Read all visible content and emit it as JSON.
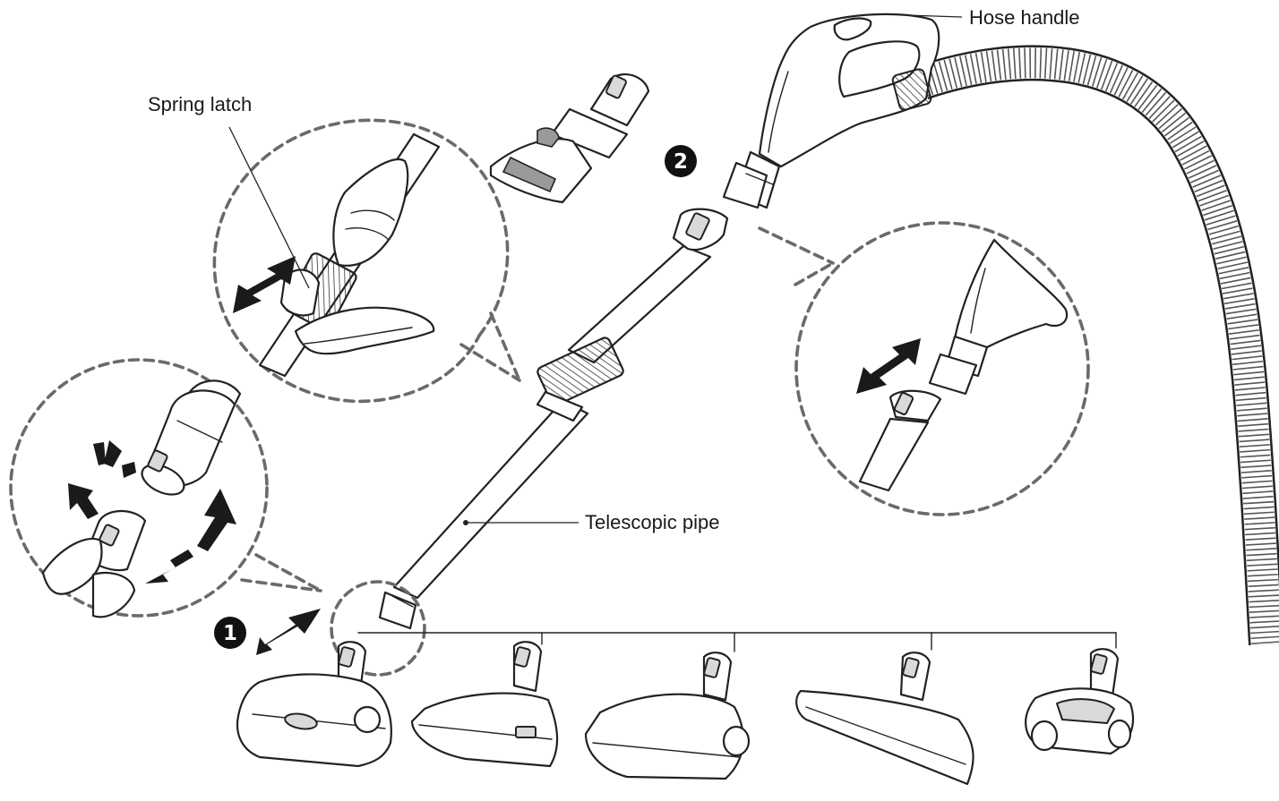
{
  "labels": {
    "hose_handle": "Hose handle",
    "spring_latch": "Spring latch",
    "telescopic_pipe": "Telescopic pipe"
  },
  "steps": {
    "step1": "1",
    "step2": "2"
  },
  "icons": {
    "arrow": "double-arrow-icon",
    "callout": "dashed-magnifier-circle"
  },
  "colors": {
    "line": "#222222",
    "callout_dash": "#6a6a6a",
    "step_badge": "#111111"
  }
}
